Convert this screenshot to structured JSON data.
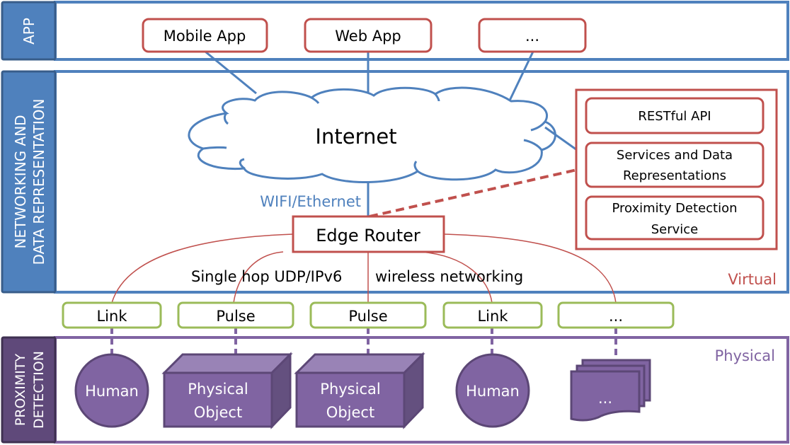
{
  "colors": {
    "blue": "#4f81bd",
    "blue_dark": "#385d8a",
    "red": "#c0504d",
    "green": "#9bbb59",
    "purple": "#8064a2",
    "purple_dark": "#5c4776",
    "purple_label_bg": "#5f497a",
    "purple_light": "#9983b6"
  },
  "layers": {
    "app": {
      "label": "APP"
    },
    "networking": {
      "label_line1": "NETWORKING AND",
      "label_line2": "DATA REPRESENTATION",
      "corner_label": "Virtual"
    },
    "proximity": {
      "label_line1": "PROXIMITY",
      "label_line2": "DETECTION",
      "corner_label": "Physical"
    }
  },
  "apps": [
    {
      "label": "Mobile App"
    },
    {
      "label": "Web App"
    },
    {
      "label": "..."
    }
  ],
  "internet": {
    "label": "Internet"
  },
  "wifi_label": "WIFI/Ethernet",
  "edge_router": {
    "label": "Edge Router"
  },
  "wireless_label_part1": "Single hop UDP/IPv6",
  "wireless_label_part2": "wireless networking",
  "services": [
    {
      "line1": "RESTful API",
      "line2": ""
    },
    {
      "line1": "Services and Data",
      "line2": "Representations"
    },
    {
      "line1": "Proximity Detection",
      "line2": "Service"
    }
  ],
  "devices": [
    {
      "label": "Link"
    },
    {
      "label": "Pulse"
    },
    {
      "label": "Pulse"
    },
    {
      "label": "Link"
    },
    {
      "label": "..."
    }
  ],
  "entities": [
    {
      "type": "human",
      "line1": "Human",
      "line2": ""
    },
    {
      "type": "object",
      "line1": "Physical",
      "line2": "Object"
    },
    {
      "type": "object",
      "line1": "Physical",
      "line2": "Object"
    },
    {
      "type": "human",
      "line1": "Human",
      "line2": ""
    },
    {
      "type": "multi",
      "line1": "...",
      "line2": ""
    }
  ]
}
